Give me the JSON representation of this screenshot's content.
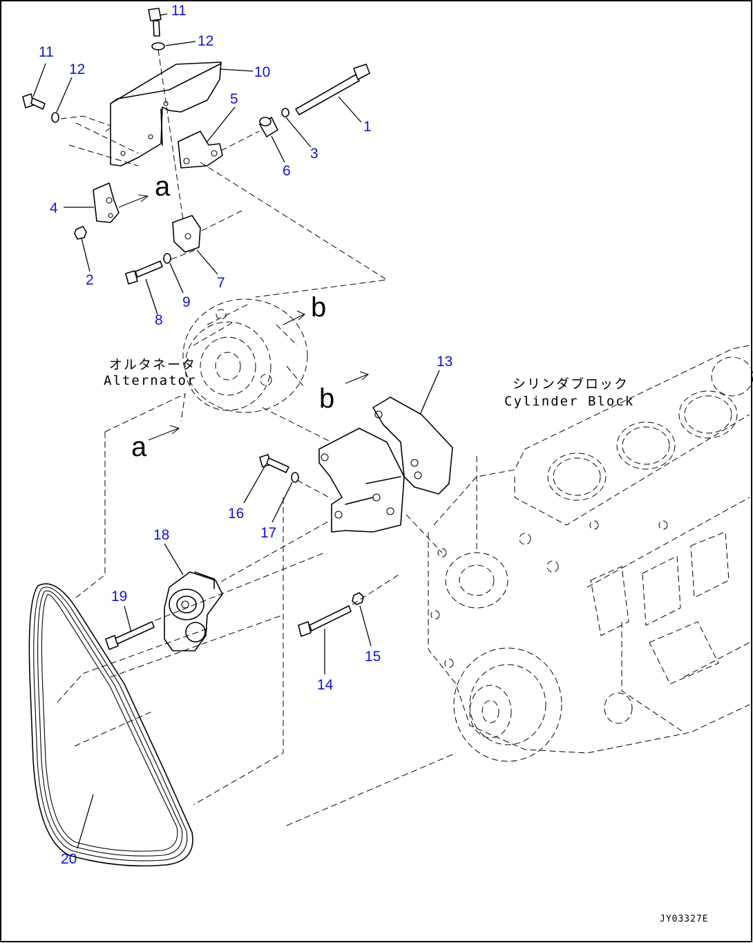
{
  "diagram": {
    "part_numbers": [
      "1",
      "2",
      "3",
      "4",
      "5",
      "6",
      "7",
      "8",
      "9",
      "10",
      "11",
      "11",
      "12",
      "12",
      "13",
      "14",
      "15",
      "16",
      "17",
      "18",
      "19",
      "20"
    ],
    "view_markers": {
      "a": "a",
      "b": "b"
    },
    "labels": {
      "alternator_jp": "オルタネータ",
      "alternator_en": "Alternator",
      "cylinder_block_jp": "シリンダブロック",
      "cylinder_block_en": "Cylinder Block"
    },
    "figure_code": "JY03327E",
    "colors": {
      "number_text": "#1010e0",
      "line_art": "#000000",
      "background": "#ffffff"
    }
  }
}
